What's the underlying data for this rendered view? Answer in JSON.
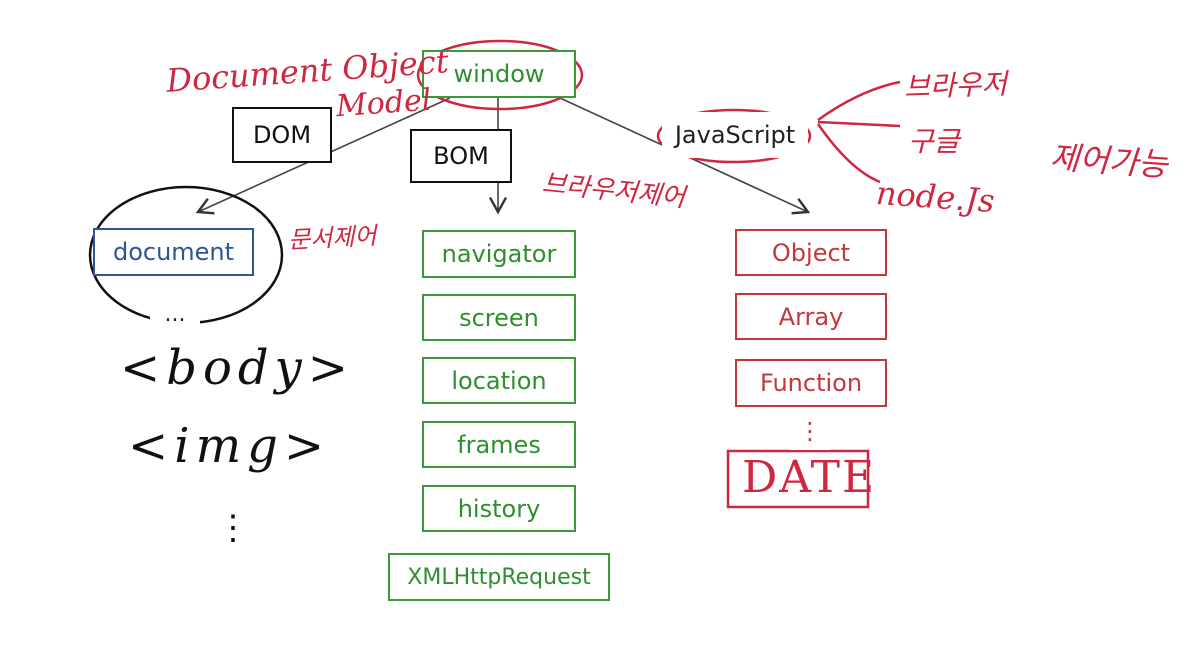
{
  "diagram": {
    "root": {
      "label": "window"
    },
    "branches": {
      "dom": {
        "tag": "DOM",
        "child": "document"
      },
      "bom": {
        "tag": "BOM",
        "children": [
          "navigator",
          "screen",
          "location",
          "frames",
          "history",
          "XMLHttpRequest"
        ]
      },
      "js": {
        "tag": "JavaScript",
        "children": [
          "Object",
          "Array",
          "Function"
        ]
      }
    },
    "dom_dots": "...",
    "js_dots": "⋮"
  },
  "annotations": {
    "document_object": "Document Object",
    "model": "Model",
    "document_control": "문서제어",
    "browser_control": "브라우저제어",
    "browser": "브라우저",
    "google": "구글",
    "nodejs": "node.Js",
    "controllable": "제어가능",
    "body_tag": "<body>",
    "img_tag": "<img>",
    "dom_vertical_dots": "⋮",
    "date": "DATE"
  },
  "colors": {
    "green": "#3a9a3a",
    "red": "#c0393b",
    "blue": "#2e5597",
    "ink_red": "#d0263f",
    "ink_black": "#111111"
  }
}
